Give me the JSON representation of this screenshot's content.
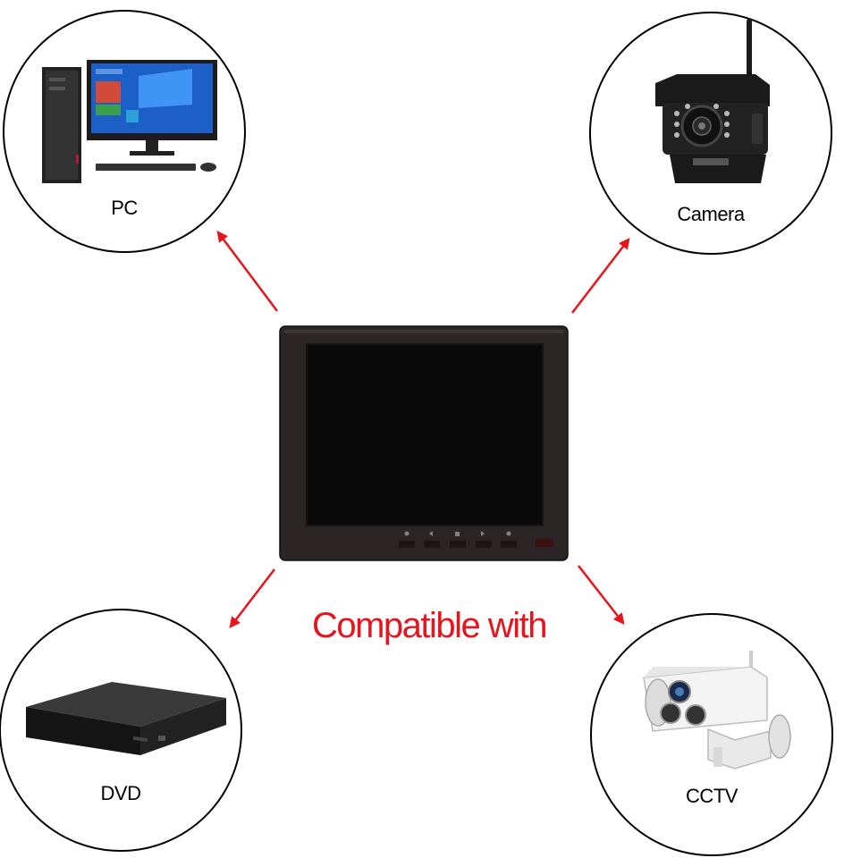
{
  "devices": {
    "pc": {
      "label": "PC",
      "icon": "desktop-pc-icon"
    },
    "camera": {
      "label": "Camera",
      "icon": "backup-camera-icon"
    },
    "dvd": {
      "label": "DVD",
      "icon": "dvd-player-icon"
    },
    "cctv": {
      "label": "CCTV",
      "icon": "cctv-camera-icon"
    }
  },
  "headline": {
    "text": "Compatible with"
  },
  "colors": {
    "accent": "#e8141b",
    "outline": "#000000",
    "monitor_bezel": "#2b2525",
    "monitor_screen": "#0b0a0a"
  }
}
